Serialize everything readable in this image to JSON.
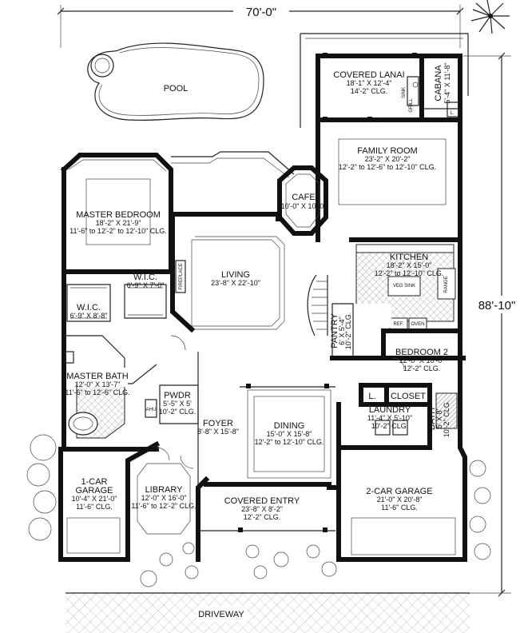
{
  "dimensions": {
    "width": "70'-0\"",
    "depth": "88'-10\""
  },
  "rooms": {
    "pool": {
      "name": "POOL"
    },
    "covered_lanai": {
      "name": "COVERED LANAI",
      "size": "18'-1\" X 12'-4\"",
      "clg": "14'-2\" CLG."
    },
    "cabana": {
      "name": "CABANA",
      "size": "5'-4\" X 11'-8\""
    },
    "family_room": {
      "name": "FAMILY ROOM",
      "size": "23'-2\" X 20'-2\"",
      "clg": "12'-2\" to 12'-6\" to 12'-10\" CLG."
    },
    "cafe": {
      "name": "CAFE",
      "size": "10'-0\" X 10'-0\""
    },
    "master_bedroom": {
      "name": "MASTER BEDROOM",
      "size": "18'-2\" X 21'-9\"",
      "clg": "11'-6\" to 12'-2\" to 12'-10\" CLG."
    },
    "living": {
      "name": "LIVING",
      "size": "23'-8\" X 22'-10\""
    },
    "kitchen": {
      "name": "KITCHEN",
      "size": "18'-2\" X 15'-0\"",
      "clg": "12'-2\" to 12'-10\" CLG."
    },
    "wic_left": {
      "name": "W.I.C.",
      "size": "6'-9\" X 8'-8\""
    },
    "wic_right": {
      "name": "W.I.C.",
      "size": "6'-9\" X 7'-0\""
    },
    "pantry": {
      "name": "PANTRY",
      "size": "6' X 5'-4\"",
      "clg": "10'-2\" CLG."
    },
    "bedroom2": {
      "name": "BEDROOM 2",
      "size": "12'-0\" X 10'-0\"",
      "clg": "12'-2\" CLG."
    },
    "master_bath": {
      "name": "MASTER BATH",
      "size": "12'-0\" X 13'-7\"",
      "clg": "11'-6\" to 12'-6\" CLG."
    },
    "pwdr": {
      "name": "PWDR",
      "size": "5'-5\" X 5'",
      "clg": "10'-2\" CLG."
    },
    "closet": {
      "name": "CLOSET"
    },
    "laundry": {
      "name": "LAUNDRY",
      "size": "11'-4\" X 5'-10\"",
      "clg": "10'-2\" CLG."
    },
    "bath": {
      "name": "BATH",
      "size": "5' X 8'",
      "clg": "10'-2\" CLG."
    },
    "foyer": {
      "name": "FOYER",
      "size": "8'-8\" X 15'-8\""
    },
    "dining": {
      "name": "DINING",
      "size": "15'-0\" X 15'-8\"",
      "clg": "12'-2\" to 12'-10\" CLG."
    },
    "garage1": {
      "name": "1-CAR",
      "name2": "GARAGE",
      "size": "10'-4\" X 21'-0\"",
      "clg": "11'-6\" CLG."
    },
    "library": {
      "name": "LIBRARY",
      "size": "12'-0\" X 16'-0\"",
      "clg": "11'-6\" to 12'-2\" CLG."
    },
    "covered_entry": {
      "name": "COVERED ENTRY",
      "size": "23'-8\" X 8'-2\"",
      "clg": "12'-2\" CLG."
    },
    "garage2": {
      "name": "2-CAR GARAGE",
      "size": "21'-0\" X 20'-8\"",
      "clg": "11'-6\" CLG."
    },
    "driveway": {
      "name": "DRIVEWAY"
    }
  },
  "fixtures": {
    "fireplace": "FIREPLACE",
    "ahu": "AHU",
    "ref": "REF.",
    "oven": "OVEN",
    "veg_sink": "VEG SINK",
    "range": "RANGE",
    "sink": "SINK",
    "grill": "GRILL",
    "linen": "L."
  }
}
